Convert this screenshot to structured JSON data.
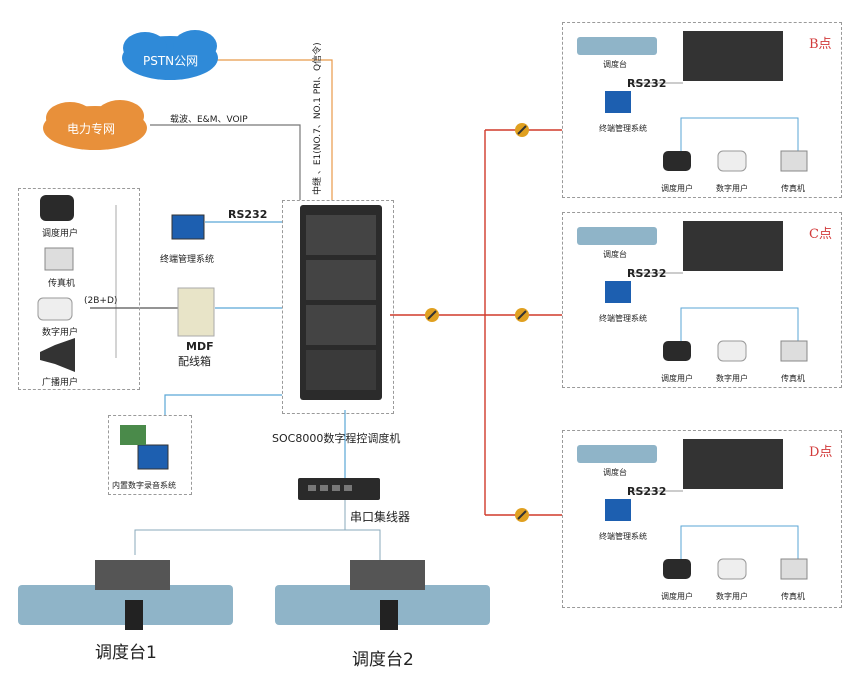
{
  "clouds": {
    "pstn": "PSTN公网",
    "power": "电力专网"
  },
  "links": {
    "power_protocols": "载波、E&M、VOIP",
    "pstn_trunk": "中继 、E1(NO.7、NO.1 PRI、Q信令)",
    "rs232": "RS232",
    "isdn": "(2B+D)"
  },
  "left_group": [
    "调度用户",
    "传真机",
    "数字用户",
    "广播用户"
  ],
  "center": {
    "terminal_mgmt": "终端管理系统",
    "mdf_line1": "MDF",
    "mdf_line2": "配线箱",
    "switch_name": "SOC8000数字程控调度机",
    "recorder": "内置数字录音系统",
    "hub": "串口集线器"
  },
  "consoles": [
    "调度台1",
    "调度台2"
  ],
  "sites": [
    {
      "name": "B点",
      "console": "调度台",
      "rs232": "RS232",
      "terminal": "终端管理系统",
      "users": [
        "调度用户",
        "数字用户",
        "传真机"
      ]
    },
    {
      "name": "C点",
      "console": "调度台",
      "rs232": "RS232",
      "terminal": "终端管理系统",
      "users": [
        "调度用户",
        "数字用户",
        "传真机"
      ]
    },
    {
      "name": "D点",
      "console": "调度台",
      "rs232": "RS232",
      "terminal": "终端管理系统",
      "users": [
        "调度用户",
        "数字用户",
        "传真机"
      ]
    }
  ],
  "colors": {
    "fiber_line": "#d03a2a",
    "pstn_line": "#e89a4a",
    "data_line": "#5aa6d6",
    "pstn_cloud": "#2f8ad8",
    "power_cloud": "#e8903a",
    "site_label": "#d23a3a"
  }
}
